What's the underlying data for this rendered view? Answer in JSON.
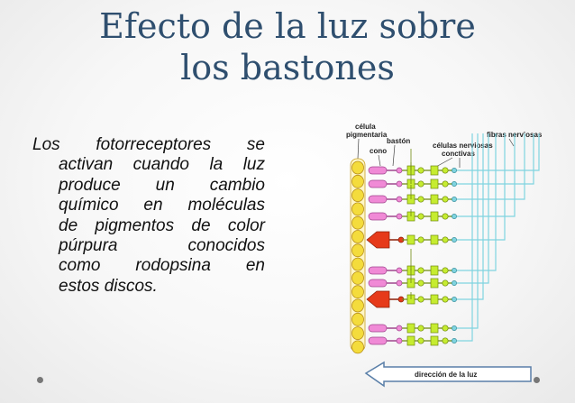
{
  "slide": {
    "title_line1": "Efecto de la luz sobre",
    "title_line2": "los bastones",
    "body_lines": [
      "Los fotorreceptores se",
      "activan cuando la luz",
      "produce un cambio",
      "químico en moléculas",
      "de pigmentos de color",
      "púrpura conocidos",
      "como rodopsina en",
      "estos discos."
    ]
  },
  "diagram": {
    "labels": {
      "pigment_cell_1": "célula",
      "pigment_cell_2": "pigmentaria",
      "cone": "cono",
      "rod": "bastón",
      "nerve_cells_1": "células nerviosas",
      "nerve_cells_2": "conctivas",
      "nerve_fibers": "fibras nerviosas",
      "light_direction": "dirección de la luz"
    },
    "colors": {
      "pigment_cell": "#f4dc3c",
      "rod": "#f08ad6",
      "cone": "#e63a1a",
      "connector": "#c6ec30",
      "fiber": "#7fd4e0",
      "title": "#2f4f6f"
    }
  }
}
